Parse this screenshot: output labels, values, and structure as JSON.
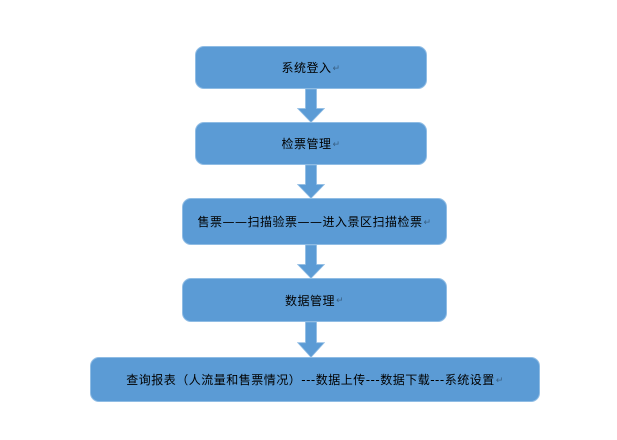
{
  "diagram": {
    "title": "ticket-system-flowchart",
    "background_color": "#ffffff",
    "node_fill_color": "#5b9bd5",
    "node_border_color": "#8fbce4",
    "text_color": "#000000",
    "return_mark": "↵",
    "nodes": [
      {
        "id": "system-login",
        "label": "系统登入"
      },
      {
        "id": "ticket-check-mgmt",
        "label": "检票管理"
      },
      {
        "id": "ticket-flow",
        "label": "售票——扫描验票——进入景区扫描检票"
      },
      {
        "id": "data-mgmt",
        "label": "数据管理"
      },
      {
        "id": "reports-settings",
        "label": "查询报表（人流量和售票情况）---数据上传---数据下载---系统设置"
      }
    ],
    "connections": [
      {
        "from": "system-login",
        "to": "ticket-check-mgmt",
        "type": "down-arrow"
      },
      {
        "from": "ticket-check-mgmt",
        "to": "ticket-flow",
        "type": "down-arrow"
      },
      {
        "from": "ticket-flow",
        "to": "data-mgmt",
        "type": "down-arrow"
      },
      {
        "from": "data-mgmt",
        "to": "reports-settings",
        "type": "down-arrow"
      }
    ]
  }
}
